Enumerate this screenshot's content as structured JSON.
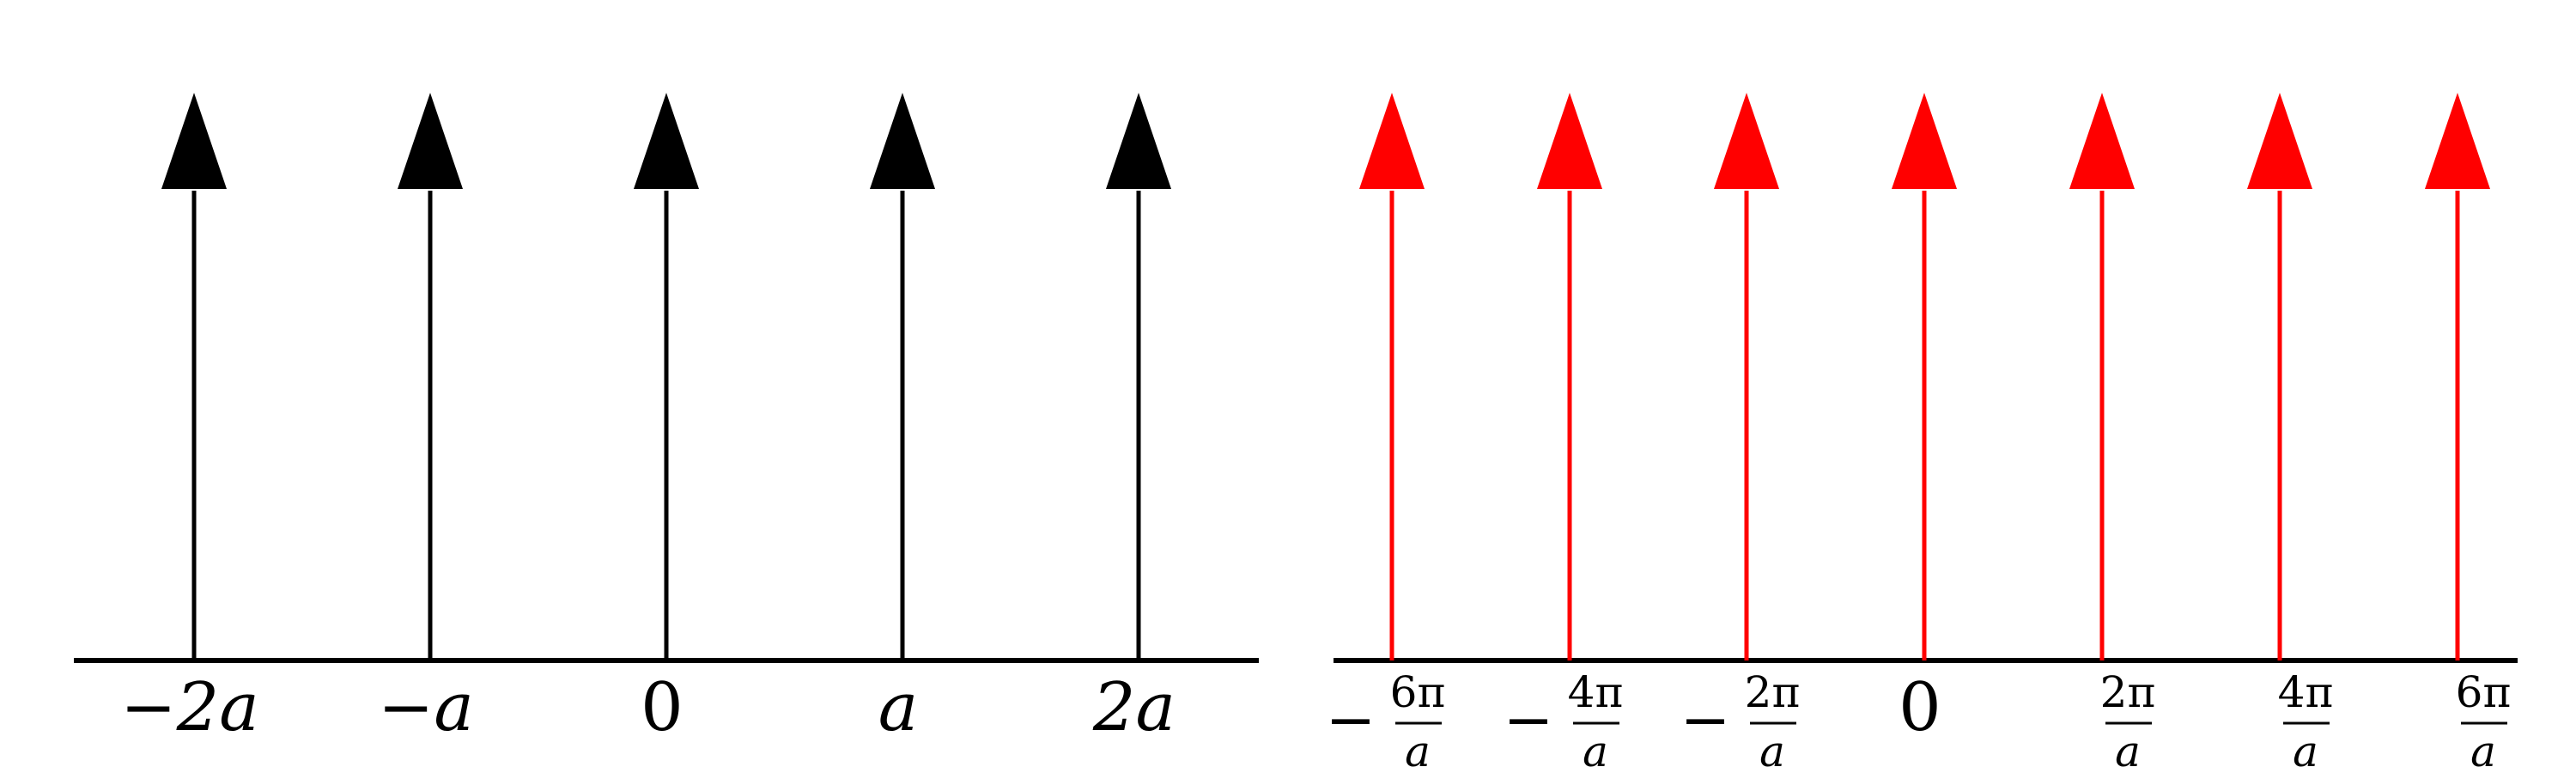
{
  "left_panel": {
    "labels": [
      "−2a",
      "−a",
      "0",
      "a",
      "2a"
    ],
    "arrow_color": "#000000"
  },
  "right_panel": {
    "labels": [
      {
        "sign": "−",
        "num": "6π",
        "den": "a"
      },
      {
        "sign": "−",
        "num": "4π",
        "den": "a"
      },
      {
        "sign": "−",
        "num": "2π",
        "den": "a"
      },
      {
        "sign": "",
        "num": "0",
        "den": ""
      },
      {
        "sign": "",
        "num": "2π",
        "den": "a"
      },
      {
        "sign": "",
        "num": "4π",
        "den": "a"
      },
      {
        "sign": "",
        "num": "6π",
        "den": "a"
      }
    ],
    "arrow_color": "#ff0000"
  }
}
